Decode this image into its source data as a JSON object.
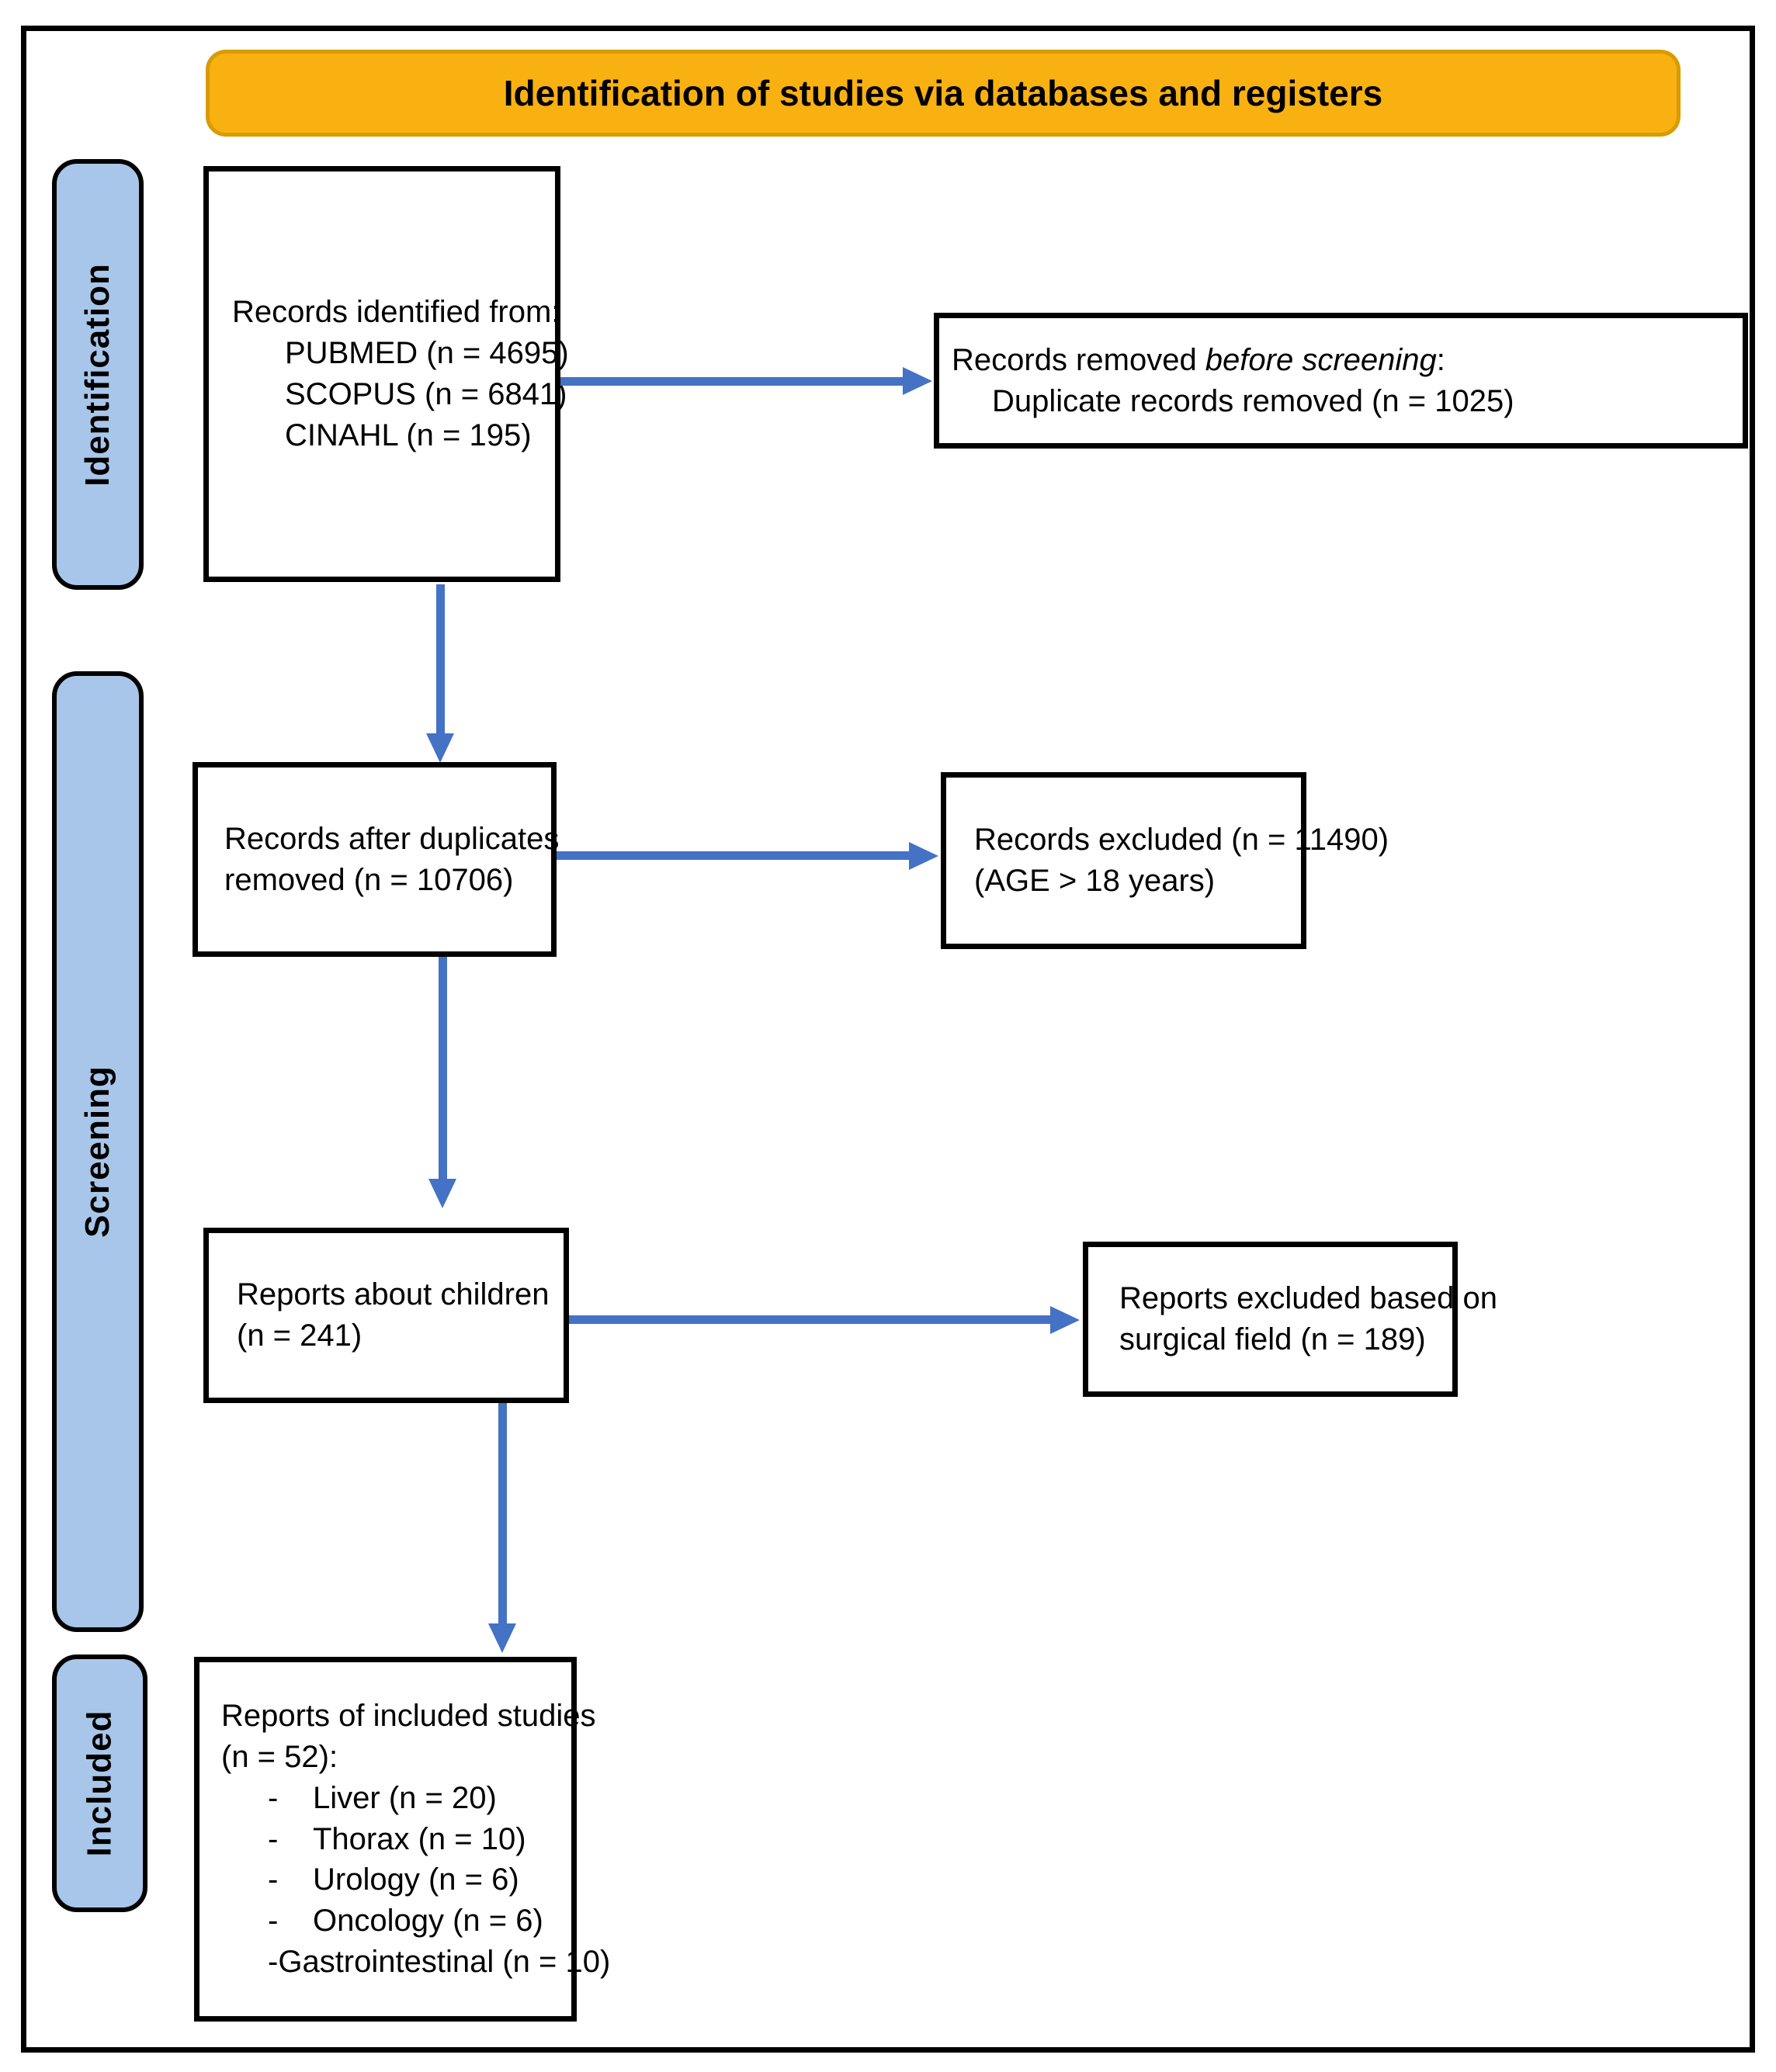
{
  "banner": {
    "title": "Identification of studies via databases and registers"
  },
  "sidebar": {
    "stages": [
      {
        "label": "Identification"
      },
      {
        "label": "Screening"
      },
      {
        "label": "Included"
      }
    ]
  },
  "boxes": {
    "records_identified": {
      "intro": "Records identified from:",
      "sources": [
        "PUBMED (n = 4695)",
        "SCOPUS (n = 6841)",
        "CINAHL (n = 195)"
      ]
    },
    "records_removed": {
      "prefix": "Records removed ",
      "italic": "before screening",
      "suffix": ":",
      "detail": "Duplicate records removed (n = 1025)"
    },
    "records_after_duplicates": {
      "lines": [
        "Records after duplicates",
        "removed (n = 10706)"
      ]
    },
    "records_excluded": {
      "lines": [
        "Records excluded (n = 11490)",
        "(AGE > 18 years)"
      ]
    },
    "reports_children": {
      "lines": [
        "Reports about children",
        "(n = 241)"
      ]
    },
    "reports_excluded_surgical": {
      "lines": [
        "Reports excluded based on",
        "surgical field (n = 189)"
      ]
    },
    "reports_included": {
      "intro_lines": [
        "Reports of included studies",
        "(n = 52):"
      ],
      "bullet": "-",
      "items": [
        "Liver (n = 20)",
        "Thorax (n = 10)",
        "Urology (n = 6)",
        "Oncology (n = 6)",
        "Gastrointestinal (n = 10)"
      ]
    }
  },
  "colors": {
    "banner_fill": "#F9B112",
    "banner_border": "#D89B00",
    "stage_fill": "#A8C6E9",
    "arrow": "#4472C4",
    "box_border": "#000000"
  }
}
